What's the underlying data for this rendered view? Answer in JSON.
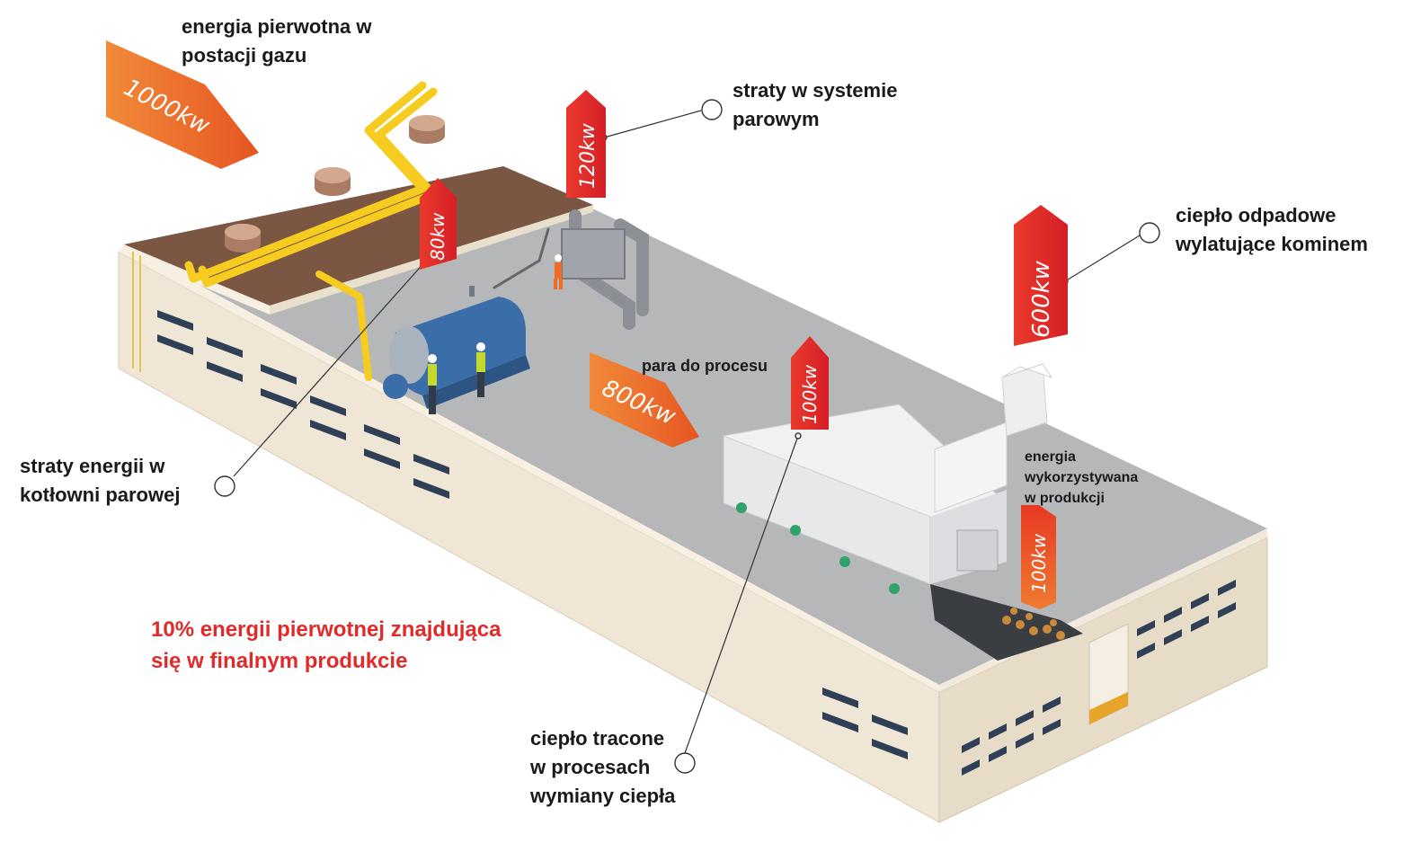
{
  "labels": {
    "primary_energy": [
      "energia pierwotna w",
      "postacji gazu"
    ],
    "steam_losses": [
      "straty w systemie",
      "parowym"
    ],
    "waste_heat": [
      "ciepło odpadowe",
      "wylatujące kominem"
    ],
    "process_steam": "para do procesu",
    "boiler_losses": [
      "straty energii w",
      "kotłowni parowej"
    ],
    "used_energy": [
      "energia",
      "wykorzystywana",
      "w produkcji"
    ],
    "final_product": [
      "10% energii pierwotnej znajdująca",
      "się w finalnym produkcie"
    ],
    "exchange_losses": [
      "ciepło tracone",
      "w procesach",
      "wymiany ciepła"
    ]
  },
  "flows": {
    "primary": "1000kw",
    "steam_system_loss": "120kw",
    "boiler_loss": "80kw",
    "process_steam": "800kw",
    "exchange_loss": "100kw",
    "waste_heat": "600kw",
    "used": "100kw"
  },
  "colors": {
    "orange_arrow": "#ee6d2c",
    "red_arrow": "#e2262a",
    "roof": "#7a5643",
    "floor": "#b5b7b9",
    "wall": "#efe6d6",
    "gas_pipe": "#f5cc1f",
    "boiler": "#3b6ea8",
    "title_red": "#e12a2a"
  }
}
